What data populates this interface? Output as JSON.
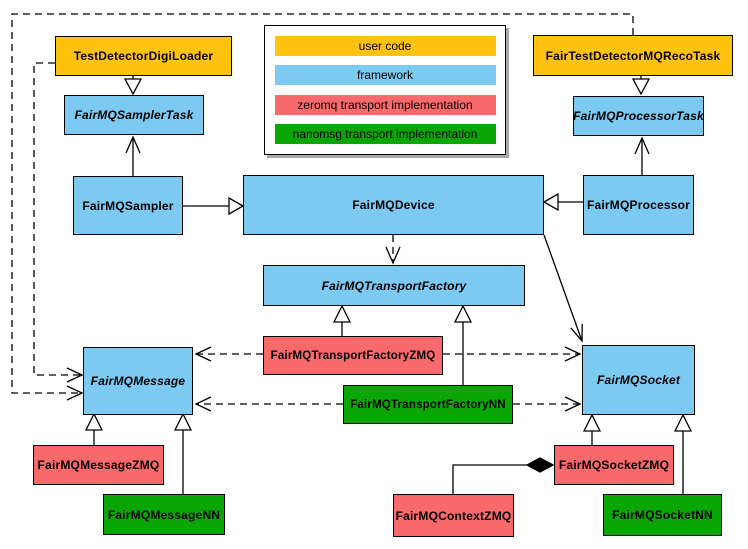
{
  "diagram": {
    "kind": "uml-class-diagram",
    "subject": "FairMQ framework class hierarchy"
  },
  "legend": {
    "items": [
      {
        "label": "user code",
        "color": "#FFC20E"
      },
      {
        "label": "framework",
        "color": "#7CC9F1"
      },
      {
        "label": "zeromq transport implementation",
        "color": "#F8696B"
      },
      {
        "label": "nanomsg transport implementation",
        "color": "#0AA603"
      }
    ]
  },
  "nodes": [
    {
      "label": "TestDetectorDigiLoader",
      "category": "user code",
      "abstract": false,
      "color": "#FFC20E"
    },
    {
      "label": "FairMQSamplerTask",
      "category": "framework",
      "abstract": true,
      "color": "#7CC9F1"
    },
    {
      "label": "FairTestDetectorMQRecoTask",
      "category": "user code",
      "abstract": false,
      "color": "#FFC20E"
    },
    {
      "label": "FairMQProcessorTask",
      "category": "framework",
      "abstract": true,
      "color": "#7CC9F1"
    },
    {
      "label": "FairMQSampler",
      "category": "framework",
      "abstract": false,
      "color": "#7CC9F1"
    },
    {
      "label": "FairMQDevice",
      "category": "framework",
      "abstract": false,
      "color": "#7CC9F1"
    },
    {
      "label": "FairMQProcessor",
      "category": "framework",
      "abstract": false,
      "color": "#7CC9F1"
    },
    {
      "label": "FairMQTransportFactory",
      "category": "framework",
      "abstract": true,
      "color": "#7CC9F1"
    },
    {
      "label": "FairMQTransportFactoryZMQ",
      "category": "zeromq transport implementation",
      "abstract": false,
      "color": "#F8696B"
    },
    {
      "label": "FairMQTransportFactoryNN",
      "category": "nanomsg transport implementation",
      "abstract": false,
      "color": "#0AA603"
    },
    {
      "label": "FairMQMessage",
      "category": "framework",
      "abstract": true,
      "color": "#7CC9F1"
    },
    {
      "label": "FairMQSocket",
      "category": "framework",
      "abstract": true,
      "color": "#7CC9F1"
    },
    {
      "label": "FairMQMessageZMQ",
      "category": "zeromq transport implementation",
      "abstract": false,
      "color": "#F8696B"
    },
    {
      "label": "FairMQMessageNN",
      "category": "nanomsg transport implementation",
      "abstract": false,
      "color": "#0AA603"
    },
    {
      "label": "FairMQContextZMQ",
      "category": "zeromq transport implementation",
      "abstract": false,
      "color": "#F8696B"
    },
    {
      "label": "FairMQSocketZMQ",
      "category": "zeromq transport implementation",
      "abstract": false,
      "color": "#F8696B"
    },
    {
      "label": "FairMQSocketNN",
      "category": "nanomsg transport implementation",
      "abstract": false,
      "color": "#0AA603"
    }
  ],
  "edges": [
    {
      "from": "TestDetectorDigiLoader",
      "to": "FairMQSamplerTask",
      "type": "generalization"
    },
    {
      "from": "FairTestDetectorMQRecoTask",
      "to": "FairMQProcessorTask",
      "type": "generalization"
    },
    {
      "from": "FairMQSampler",
      "to": "FairMQDevice",
      "type": "generalization"
    },
    {
      "from": "FairMQProcessor",
      "to": "FairMQDevice",
      "type": "generalization"
    },
    {
      "from": "FairMQSampler",
      "to": "FairMQSamplerTask",
      "type": "association"
    },
    {
      "from": "FairMQProcessor",
      "to": "FairMQProcessorTask",
      "type": "association"
    },
    {
      "from": "FairMQDevice",
      "to": "FairMQTransportFactory",
      "type": "dependency"
    },
    {
      "from": "FairMQDevice",
      "to": "FairMQSocket",
      "type": "association"
    },
    {
      "from": "FairMQTransportFactoryZMQ",
      "to": "FairMQTransportFactory",
      "type": "generalization"
    },
    {
      "from": "FairMQTransportFactoryNN",
      "to": "FairMQTransportFactory",
      "type": "generalization"
    },
    {
      "from": "FairMQTransportFactoryZMQ",
      "to": "FairMQMessage",
      "type": "dependency"
    },
    {
      "from": "FairMQTransportFactoryZMQ",
      "to": "FairMQSocket",
      "type": "dependency"
    },
    {
      "from": "FairMQTransportFactoryNN",
      "to": "FairMQMessage",
      "type": "dependency"
    },
    {
      "from": "FairMQTransportFactoryNN",
      "to": "FairMQSocket",
      "type": "dependency"
    },
    {
      "from": "FairMQMessageZMQ",
      "to": "FairMQMessage",
      "type": "generalization"
    },
    {
      "from": "FairMQMessageNN",
      "to": "FairMQMessage",
      "type": "generalization"
    },
    {
      "from": "FairMQSocketZMQ",
      "to": "FairMQSocket",
      "type": "generalization"
    },
    {
      "from": "FairMQSocketNN",
      "to": "FairMQSocket",
      "type": "generalization"
    },
    {
      "from": "FairMQContextZMQ",
      "to": "FairMQSocketZMQ",
      "type": "composition"
    },
    {
      "from": "TestDetectorDigiLoader",
      "to": "FairMQMessage",
      "type": "dependency"
    },
    {
      "from": "FairTestDetectorMQRecoTask",
      "to": "FairMQMessage",
      "type": "dependency"
    }
  ]
}
